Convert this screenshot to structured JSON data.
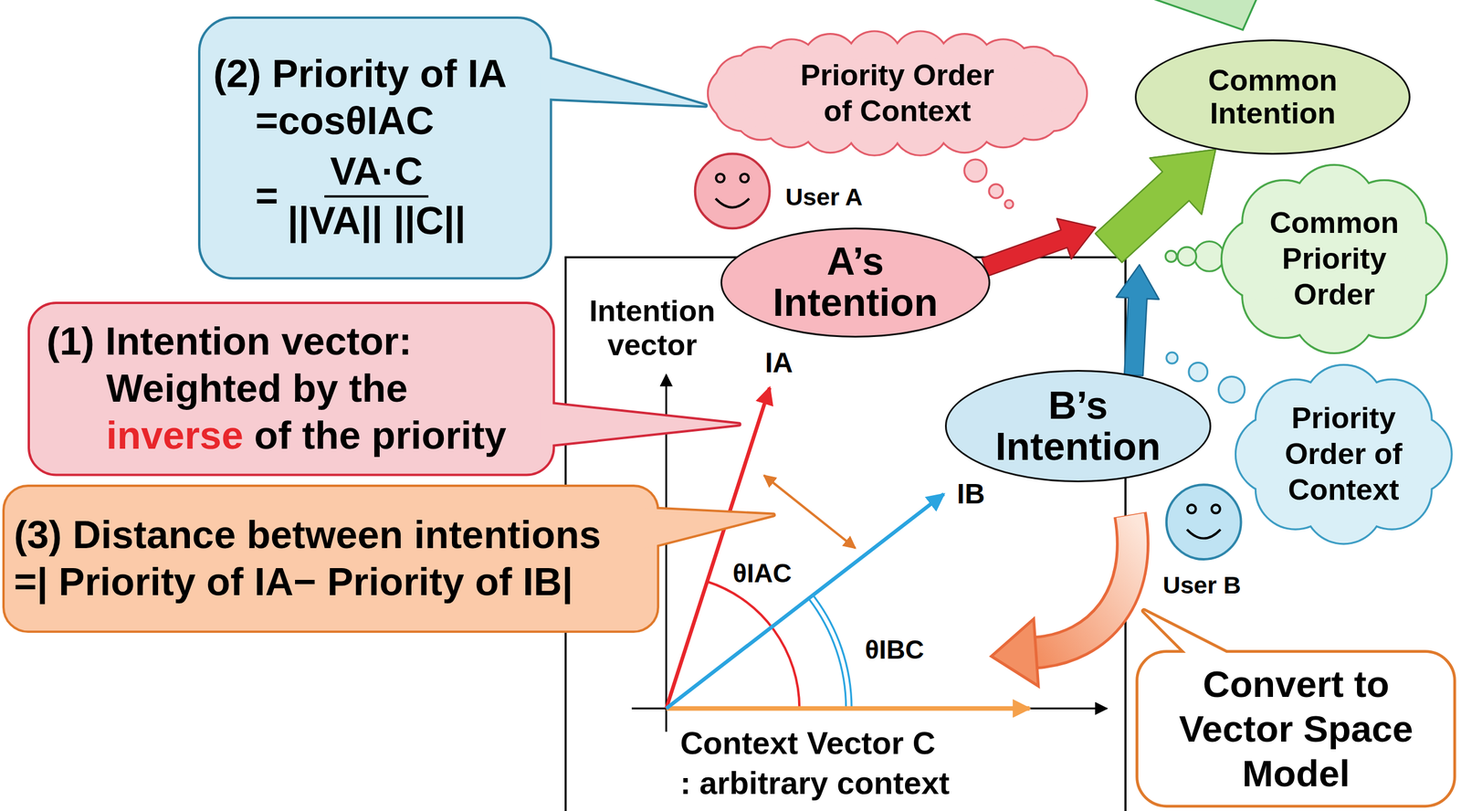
{
  "diagram": {
    "nodes": [
      {
        "text": [
          "(2) Priority of IA",
          "=cosθIAC",
          "=",
          "VA·C",
          "||VA|| ||C||"
        ]
      },
      {
        "text": [
          "Priority Order of Context"
        ]
      },
      {
        "text": [
          "Common Intention"
        ]
      },
      {
        "text": [
          "A’s Intention"
        ]
      },
      {
        "text": [
          "Common Priority Order"
        ]
      },
      {
        "text": [
          "(1) Intention vector:",
          "Weighted by the",
          "inverse",
          "of the priority"
        ]
      },
      {
        "text": [
          "B’s Intention"
        ]
      },
      {
        "text": [
          "Priority Order of Context"
        ]
      },
      {
        "text": [
          "(3) Distance between intentions",
          "=| Priority of IA− Priority of IB|"
        ]
      },
      {
        "text": [
          "Convert to Vector Space Model"
        ]
      }
    ],
    "edges": [
      {
        "from": 3,
        "to": 2,
        "arrow": "to"
      },
      {
        "from": 6,
        "to": 2,
        "arrow": "to"
      }
    ],
    "labels": [
      "User A",
      "User B",
      "Intention vector",
      "IA",
      "IB",
      "θIAC",
      "θIBC",
      "Context Vector C",
      ": arbitrary context"
    ]
  }
}
